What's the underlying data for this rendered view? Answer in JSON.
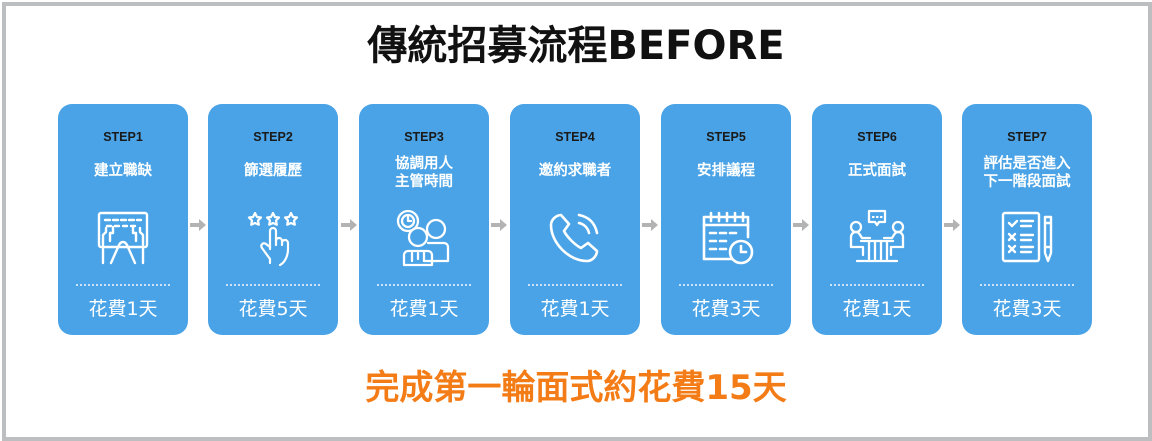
{
  "title": "傳統招募流程BEFORE",
  "colors": {
    "card": "#4aa3e6",
    "arrow": "#b3b3b3",
    "summary": "#f47c17",
    "frame": "#bcbec0"
  },
  "steps": [
    {
      "step": "STEP1",
      "label": "建立職缺",
      "icon": "keyboard-typing-icon",
      "cost": "花費1天"
    },
    {
      "step": "STEP2",
      "label": "篩選履歷",
      "icon": "star-rating-hand-icon",
      "cost": "花費5天"
    },
    {
      "step": "STEP3",
      "label_line1": "協調用人",
      "label_line2": "主管時間",
      "icon": "people-clock-icon",
      "cost": "花費1天"
    },
    {
      "step": "STEP4",
      "label": "邀約求職者",
      "icon": "phone-call-icon",
      "cost": "花費1天"
    },
    {
      "step": "STEP5",
      "label": "安排議程",
      "icon": "calendar-clock-icon",
      "cost": "花費3天"
    },
    {
      "step": "STEP6",
      "label": "正式面試",
      "icon": "meeting-interview-icon",
      "cost": "花費1天"
    },
    {
      "step": "STEP7",
      "label_line1": "評估是否進入",
      "label_line2": "下一階段面試",
      "icon": "checklist-pen-icon",
      "cost": "花費3天"
    }
  ],
  "summary": "完成第一輪面式約花費15天"
}
